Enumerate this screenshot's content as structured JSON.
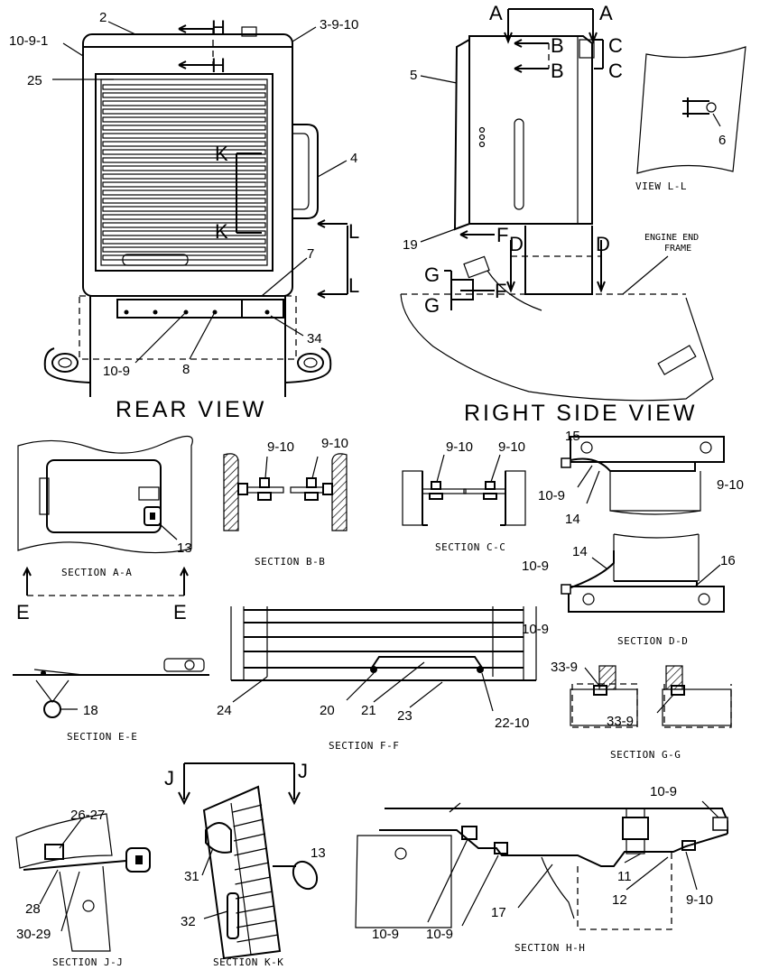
{
  "views": {
    "rear": "REAR VIEW",
    "right_side": "RIGHT SIDE VIEW",
    "view_l": "VIEW L-L",
    "engine_end_frame_1": "ENGINE END",
    "engine_end_frame_2": "FRAME"
  },
  "sections": {
    "a": "SECTION A-A",
    "b": "SECTION B-B",
    "c": "SECTION C-C",
    "d": "SECTION D-D",
    "e": "SECTION E-E",
    "f": "SECTION F-F",
    "g": "SECTION G-G",
    "h": "SECTION H-H",
    "j": "SECTION J-J",
    "k": "SECTION K-K"
  },
  "cut_letters": {
    "a": "A",
    "b": "B",
    "c": "C",
    "d": "D",
    "e": "E",
    "f": "F",
    "g": "G",
    "h": "H",
    "j": "J",
    "k": "K",
    "l": "L"
  },
  "callouts": {
    "c_2": "2",
    "c_10_9_1": "10-9-1",
    "c_3_9_10": "3-9-10",
    "c_25": "25",
    "c_4": "4",
    "c_7": "7",
    "c_34": "34",
    "c_10_9": "10-9",
    "c_8": "8",
    "c_5": "5",
    "c_19": "19",
    "c_6": "6",
    "c_13": "13",
    "c_9_10": "9-10",
    "c_15": "15",
    "c_14": "14",
    "c_16": "16",
    "c_18": "18",
    "c_24": "24",
    "c_20": "20",
    "c_21": "21",
    "c_23": "23",
    "c_22_10": "22-10",
    "c_33_9": "33-9",
    "c_26_27": "26-27",
    "c_28": "28",
    "c_30_29": "30-29",
    "c_31": "31",
    "c_32": "32",
    "c_11": "11",
    "c_12": "12",
    "c_17": "17"
  }
}
